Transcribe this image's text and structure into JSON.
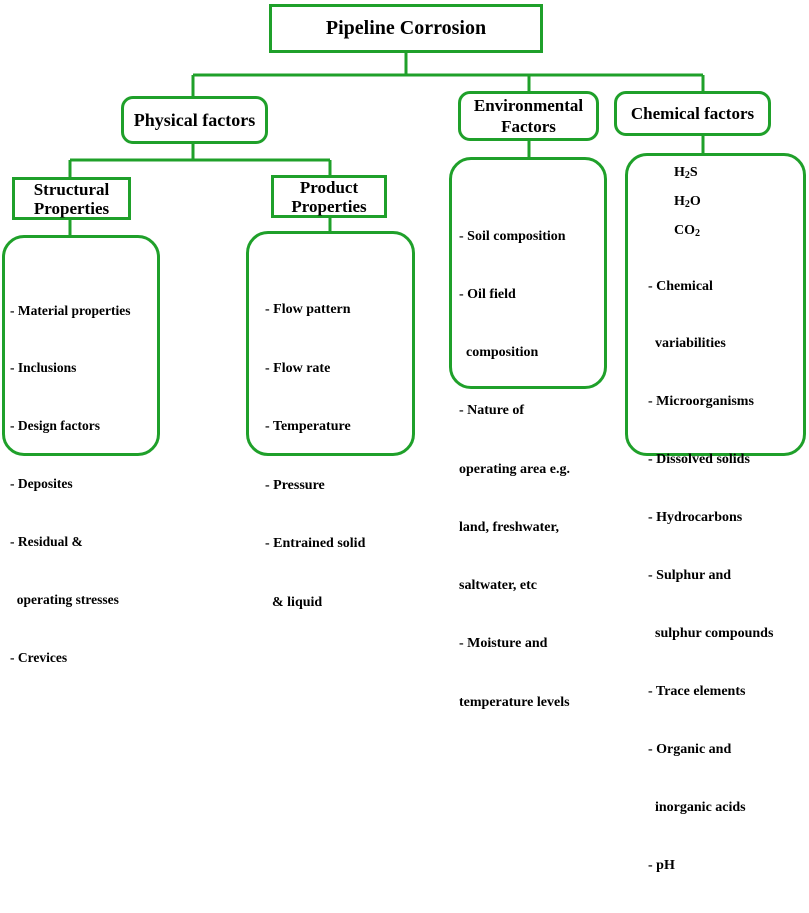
{
  "root": "Pipeline Corrosion",
  "physical": {
    "label": "Physical factors",
    "structural": {
      "label": "Structural Properties",
      "items": [
        "- Material properties",
        "- Inclusions",
        "- Design factors",
        "- Deposites",
        "- Residual &",
        "  operating stresses",
        "- Crevices"
      ]
    },
    "product": {
      "label": "Product Properties",
      "items": [
        "- Flow pattern",
        "- Flow rate",
        "- Temperature",
        "- Pressure",
        "- Entrained solid",
        "  & liquid"
      ]
    }
  },
  "environmental": {
    "label_line1": "Environmental",
    "label_line2": "Factors",
    "items": [
      "- Soil composition",
      "- Oil field",
      "  composition",
      "- Nature of",
      "operating area e.g.",
      "land, freshwater,",
      "saltwater, etc",
      "- Moisture and",
      "temperature levels"
    ]
  },
  "chemical": {
    "label": "Chemical factors",
    "formulas": [
      {
        "base": "H",
        "sub": "2",
        "rest": "S"
      },
      {
        "base": "H",
        "sub": "2",
        "rest": "O"
      },
      {
        "base": "CO",
        "sub": "2",
        "rest": ""
      }
    ],
    "items": [
      "- Chemical",
      "  variabilities",
      "- Microorganisms",
      "- Dissolved solids",
      "- Hydrocarbons",
      "- Sulphur and",
      "  sulphur compounds",
      "- Trace elements",
      "- Organic and",
      "  inorganic acids",
      "- pH"
    ]
  },
  "colors": {
    "border": "#1fa02a",
    "connector": "#1fa02a",
    "text": "#000000"
  }
}
